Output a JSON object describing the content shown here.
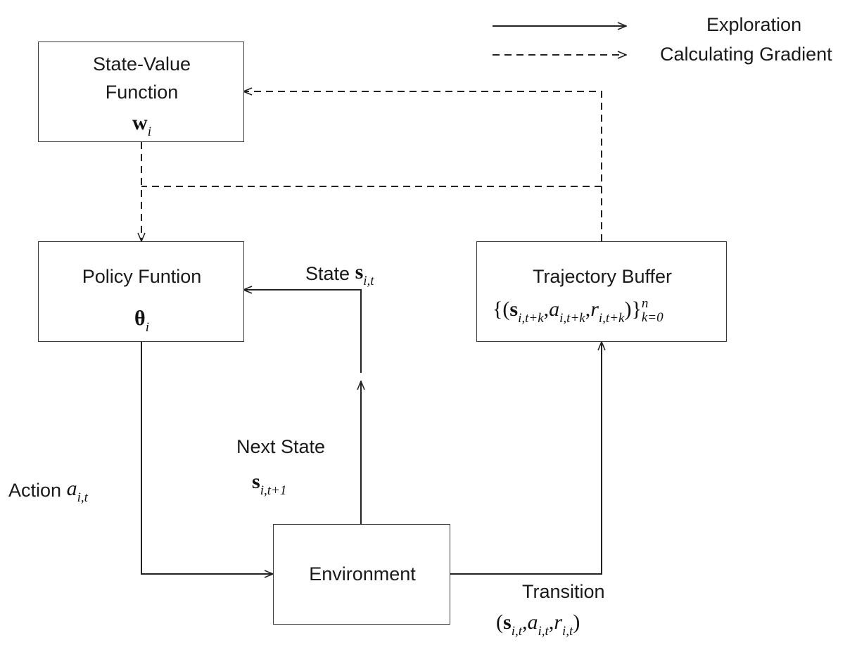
{
  "legend": {
    "exploration_label": "Exploration",
    "gradient_label": "Calculating Gradient"
  },
  "state_value_box": {
    "title_line1": "State-Value",
    "title_line2": "Function",
    "param_symbol": "w",
    "param_sub": "i"
  },
  "policy_box": {
    "title": "Policy Funtion",
    "param_symbol": "θ",
    "param_sub": "i"
  },
  "trajectory_box": {
    "title": "Trajectory Buffer",
    "formula_open": "{(",
    "s_sym": "s",
    "s_sub": "i,t+k",
    "a_sym": "a",
    "a_sub": "i,t+k",
    "r_sym": "r",
    "r_sub": "i,t+k",
    "formula_close": ")}",
    "upper": "n",
    "lower": "k=0",
    "comma": ","
  },
  "environment_box": {
    "title": "Environment"
  },
  "state_label": {
    "text": "State",
    "symbol": "s",
    "sub": "i,t"
  },
  "next_state_label": {
    "text": "Next State",
    "symbol": "s",
    "sub": "i,t+1"
  },
  "action_label": {
    "text": "Action",
    "symbol": "a",
    "sub": "i,t"
  },
  "transition_label": {
    "text": "Transition",
    "open": "(",
    "s_sym": "s",
    "s_sub": "i,t",
    "a_sym": "a",
    "a_sub": "i,t",
    "r_sym": "r",
    "r_sub": "i,t",
    "close": ")",
    "comma": ","
  }
}
